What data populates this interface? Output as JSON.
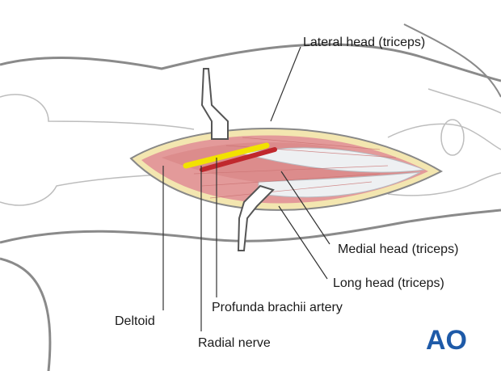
{
  "labels": {
    "lateral_head": "Lateral head (triceps)",
    "medial_head": "Medial head (triceps)",
    "long_head": "Long head (triceps)",
    "profunda_brachii_artery": "Profunda brachii artery",
    "deltoid": "Deltoid",
    "radial_nerve": "Radial nerve"
  },
  "logo": {
    "text": "AO"
  },
  "colors": {
    "muscle": "#e39a9a",
    "artery": "#c0282d",
    "nerve": "#f2e200",
    "fat": "#f3e6b0",
    "logo": "#1e5aa8"
  }
}
